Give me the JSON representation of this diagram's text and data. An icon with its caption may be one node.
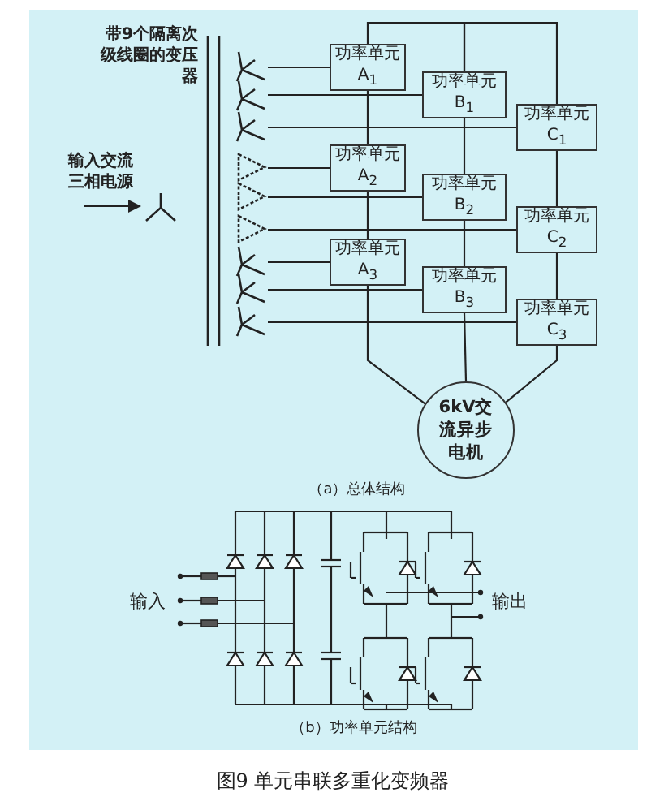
{
  "diagram": {
    "caption": "图9 单元串联多重化变频器",
    "nodes": [
      {
        "text": [
          "功率单元 A$_{1}$"
        ]
      },
      {
        "text": [
          "功率单元 B$_{1}$"
        ]
      },
      {
        "text": [
          "功率单元 C$_{1}$"
        ]
      },
      {
        "text": [
          "功率单元 A$_{2}$"
        ]
      },
      {
        "text": [
          "功率单元 B$_{2}$"
        ]
      },
      {
        "text": [
          "功率单元 C$_{2}$"
        ]
      },
      {
        "text": [
          "功率单元 A$_{3}$"
        ]
      },
      {
        "text": [
          "功率单元 B$_{3}$"
        ]
      },
      {
        "text": [
          "功率单元 C$_{3}$"
        ]
      },
      {
        "text": [
          "6kV交流异步电机"
        ]
      },
      {
        "text": [],
        "shape": "star"
      },
      {
        "text": [],
        "shape": "star"
      },
      {
        "text": [],
        "shape": "star"
      },
      {
        "text": [],
        "shape": "triangle"
      },
      {
        "text": [],
        "shape": "triangle"
      },
      {
        "text": [],
        "shape": "triangle"
      },
      {
        "text": [],
        "shape": "star"
      },
      {
        "text": [],
        "shape": "star"
      },
      {
        "text": [],
        "shape": "star"
      },
      {
        "text": [],
        "shape": "star"
      }
    ],
    "edges": [
      {
        "from": 10,
        "to": 0,
        "arrow": "none"
      },
      {
        "from": 11,
        "to": 1,
        "arrow": "none"
      },
      {
        "from": 12,
        "to": 2,
        "arrow": "none"
      },
      {
        "from": 13,
        "to": 3,
        "arrow": "none"
      },
      {
        "from": 14,
        "to": 4,
        "arrow": "none"
      },
      {
        "from": 15,
        "to": 5,
        "arrow": "none"
      },
      {
        "from": 16,
        "to": 6,
        "arrow": "none"
      },
      {
        "from": 17,
        "to": 7,
        "arrow": "none"
      },
      {
        "from": 18,
        "to": 8,
        "arrow": "none"
      },
      {
        "from": null,
        "to": 19,
        "arrow": "to"
      },
      {
        "from": 0,
        "to": 1,
        "arrow": "none"
      },
      {
        "from": 1,
        "to": 2,
        "arrow": "none"
      },
      {
        "from": 0,
        "to": 3,
        "arrow": "none"
      },
      {
        "from": 3,
        "to": 6,
        "arrow": "none"
      },
      {
        "from": 6,
        "to": 9,
        "arrow": "none"
      },
      {
        "from": 1,
        "to": 4,
        "arrow": "none"
      },
      {
        "from": 4,
        "to": 7,
        "arrow": "none"
      },
      {
        "from": 7,
        "to": 9,
        "arrow": "none"
      },
      {
        "from": 2,
        "to": 5,
        "arrow": "none"
      },
      {
        "from": 5,
        "to": 8,
        "arrow": "none"
      },
      {
        "from": 8,
        "to": 9,
        "arrow": "none"
      }
    ],
    "labels": [
      "带9个隔离次级线圈的变压器",
      "输入交流三相电源",
      "（a）总体结构",
      "输入",
      "输出",
      "（b）功率单元结构"
    ]
  }
}
